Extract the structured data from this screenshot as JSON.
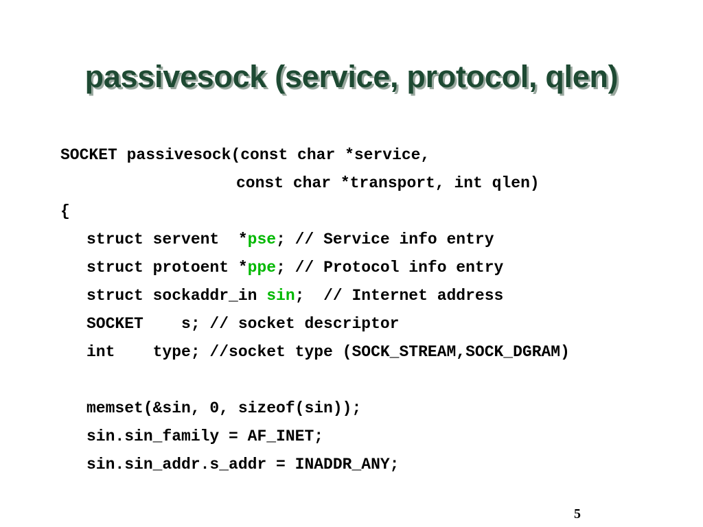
{
  "slide": {
    "title": "passivesock (service, protocol, qlen)",
    "page_number": "5"
  },
  "code": {
    "l1": "SOCKET passivesock(const char *service,",
    "l2": "const char *transport, int qlen)",
    "l3": "{",
    "l4_pre": "struct servent  *",
    "l4_var": "pse",
    "l4_post": "; // Service info entry",
    "l5_pre": "struct protoent *",
    "l5_var": "ppe",
    "l5_post": "; // Protocol info entry",
    "l6_pre": "struct sockaddr_in ",
    "l6_var": "sin",
    "l6_post": ";  // Internet address",
    "l7": "SOCKET    s; // socket descriptor",
    "l8": "int    type; //socket type (SOCK_STREAM,SOCK_DGRAM)",
    "l10": "memset(&sin, 0, sizeof(sin));",
    "l11": "sin.sin_family = AF_INET;",
    "l12": "sin.sin_addr.s_addr = INADDR_ANY;"
  },
  "colors": {
    "title": "#1e4a33",
    "highlight": "#00b800"
  }
}
